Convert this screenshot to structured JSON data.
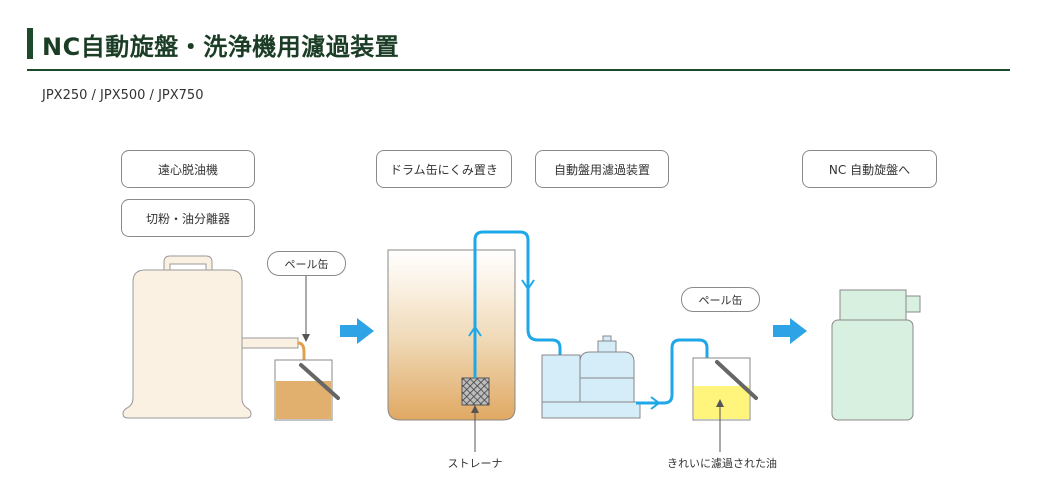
{
  "header": {
    "title": "NC自動旋盤・洗浄機用濾過装置",
    "models": "JPX250 / JPX500 / JPX750"
  },
  "diagram": {
    "step_labels": {
      "centrifuge": "遠心脱油機",
      "separator": "切粉・油分離器",
      "drum_storage": "ドラム缶にくみ置き",
      "filter_unit": "自動盤用濾過装置",
      "to_lathe": "NC 自動旋盤へ"
    },
    "pail_labels": [
      "ペール缶",
      "ペール缶"
    ],
    "callouts": {
      "strainer": "ストレーナ",
      "clean_oil": "きれいに濾過された油"
    },
    "icons": {
      "flow_arrow": "block-arrow-right-icon",
      "pipe_arrow": "chevron-icon"
    }
  },
  "colors": {
    "accent_green": "#1d4a2b",
    "flow_blue": "#2ea3e6",
    "pipe_blue": "#1fa8e8",
    "raw_oil": "#e2b06e",
    "clean_oil": "#fff47c",
    "centrifuge_body": "#fbf1e3",
    "filter_body": "#d5edf8",
    "lathe_body": "#d8f0e0",
    "drain_pipe": "#e0a050"
  }
}
